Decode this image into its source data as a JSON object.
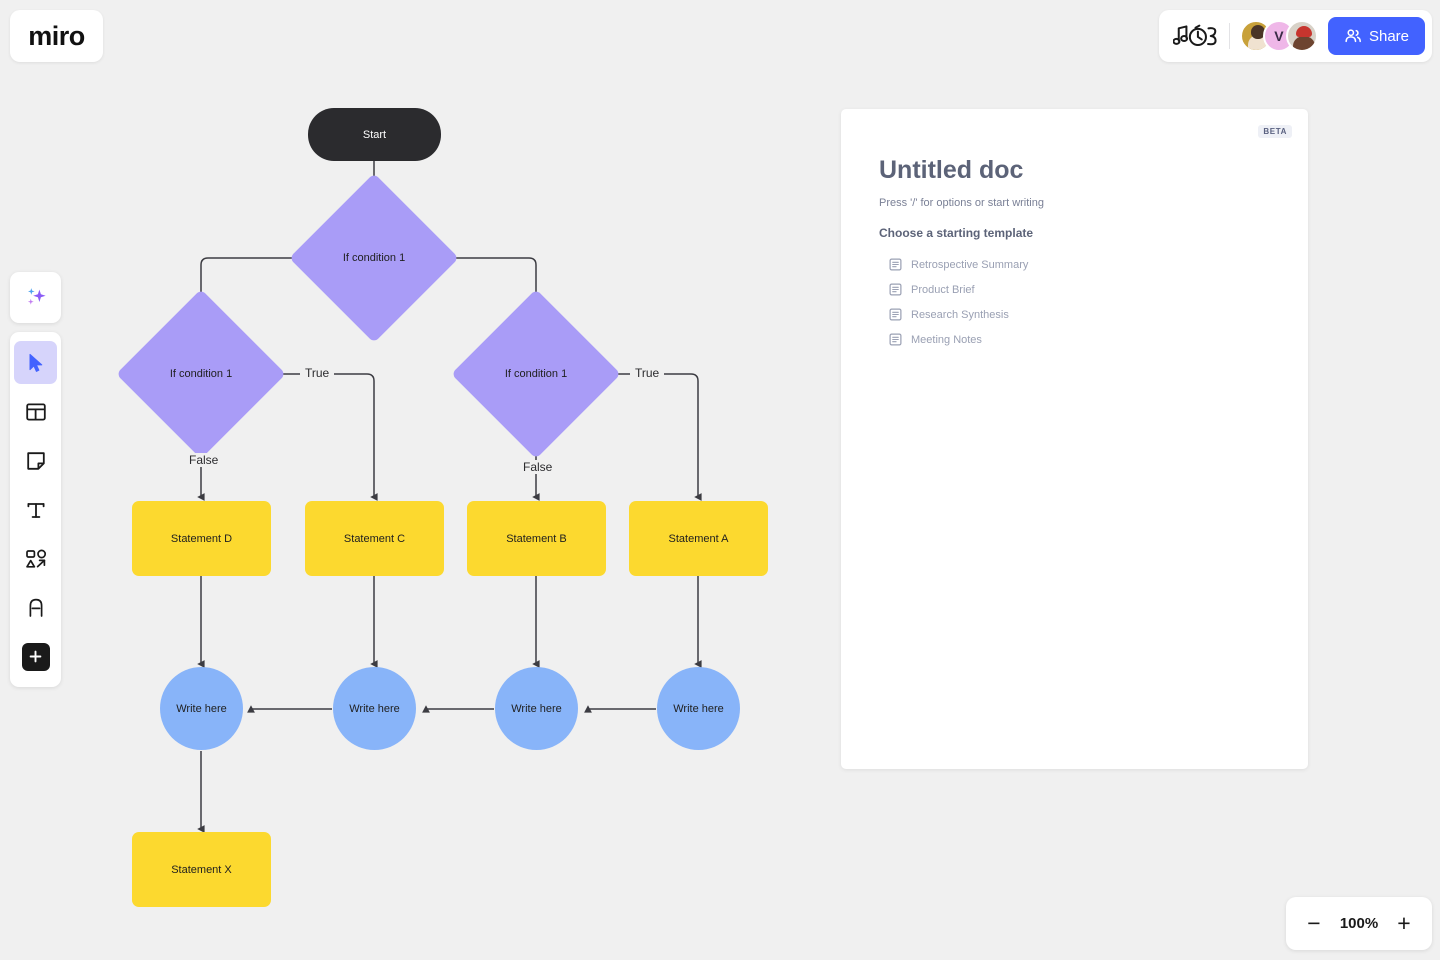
{
  "app": {
    "logo": "miro"
  },
  "topbar": {
    "talktrack_icon": "music-notes-doodle-icon",
    "avatars": [
      {
        "name": "collaborator-1",
        "initial": ""
      },
      {
        "name": "collaborator-2",
        "initial": "V"
      },
      {
        "name": "collaborator-3",
        "initial": ""
      }
    ],
    "share_label": "Share",
    "share_icon": "people-icon",
    "share_color": "#4262ff"
  },
  "toolbar": {
    "items": [
      {
        "name": "ai-sparkle-tool",
        "icon": "sparkle-icon",
        "active": false
      },
      {
        "name": "select-tool",
        "icon": "cursor-icon",
        "active": true
      },
      {
        "name": "templates-tool",
        "icon": "frame-icon",
        "active": false
      },
      {
        "name": "sticky-note-tool",
        "icon": "sticky-note-icon",
        "active": false
      },
      {
        "name": "text-tool",
        "icon": "text-icon",
        "active": false
      },
      {
        "name": "shapes-tool",
        "icon": "shapes-icon",
        "active": false
      },
      {
        "name": "pen-tool",
        "icon": "pen-icon",
        "active": false
      },
      {
        "name": "more-tools",
        "icon": "plus-icon",
        "active": false
      }
    ]
  },
  "flowchart": {
    "nodes": {
      "start": "Start",
      "cond_top": "If condition 1",
      "cond_left": "If condition 1",
      "cond_right": "If condition 1",
      "stmt_d": "Statement D",
      "stmt_c": "Statement C",
      "stmt_b": "Statement B",
      "stmt_a": "Statement A",
      "circle_1": "Write here",
      "circle_2": "Write here",
      "circle_3": "Write here",
      "circle_4": "Write here",
      "stmt_x": "Statement X"
    },
    "edge_labels": {
      "left_true": "True",
      "left_false": "False",
      "right_true": "True",
      "right_false": "False"
    },
    "colors": {
      "start": "#2b2b2e",
      "decision": "#a99cf7",
      "statement": "#fcd92f",
      "circle": "#88b4f9",
      "connector": "#3c3c42",
      "canvas": "#f0f0f0"
    }
  },
  "doc_panel": {
    "badge": "BETA",
    "title": "Untitled doc",
    "hint": "Press '/' for options or start writing",
    "subtitle": "Choose a starting template",
    "templates": [
      {
        "label": "Retrospective Summary",
        "icon": "document-icon"
      },
      {
        "label": "Product Brief",
        "icon": "document-icon"
      },
      {
        "label": "Research Synthesis",
        "icon": "document-icon"
      },
      {
        "label": "Meeting Notes",
        "icon": "document-icon"
      }
    ]
  },
  "zoom_control": {
    "minus": "−",
    "value": "100%",
    "plus": "+"
  }
}
